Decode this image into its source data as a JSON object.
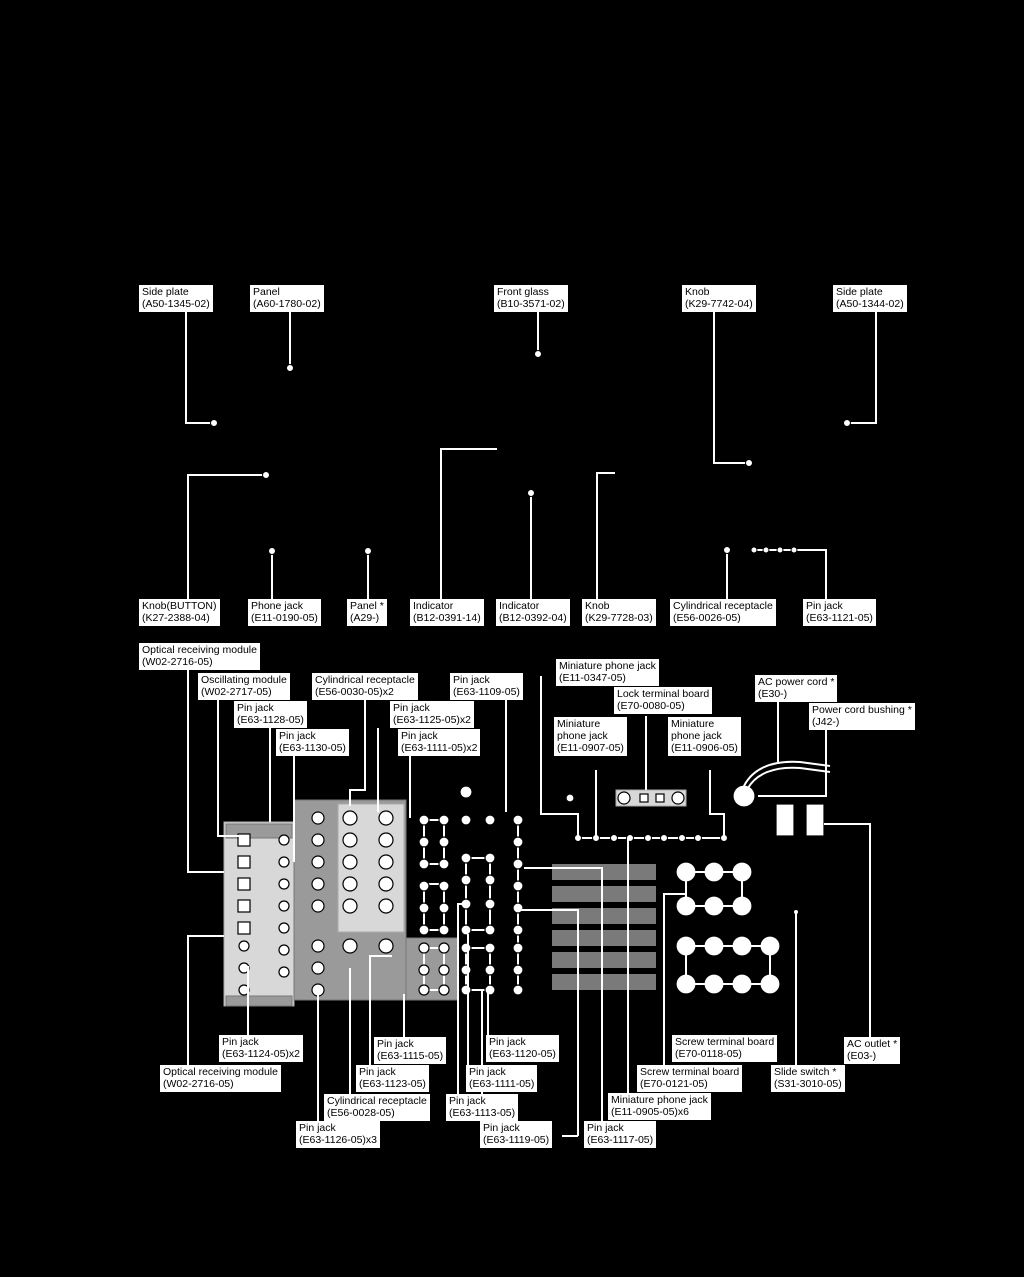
{
  "labels": {
    "side_plate_left": {
      "name": "Side plate",
      "code": "(A50-1345-02)"
    },
    "panel_top": {
      "name": "Panel",
      "code": "(A60-1780-02)"
    },
    "front_glass": {
      "name": "Front glass",
      "code": "(B10-3571-02)"
    },
    "knob_top": {
      "name": "Knob",
      "code": "(K29-7742-04)"
    },
    "side_plate_right": {
      "name": "Side plate",
      "code": "(A50-1344-02)"
    },
    "knob_button": {
      "name": "Knob(BUTTON)",
      "code": "(K27-2388-04)"
    },
    "phone_jack_front": {
      "name": "Phone jack",
      "code": "(E11-0190-05)"
    },
    "panel_star": {
      "name": "Panel *",
      "code": "(A29-)"
    },
    "indicator_1": {
      "name": "Indicator",
      "code": "(B12-0391-14)"
    },
    "indicator_2": {
      "name": "Indicator",
      "code": "(B12-0392-04)"
    },
    "knob_front": {
      "name": "Knob",
      "code": "(K29-7728-03)"
    },
    "cyl_receptacle_front": {
      "name": "Cylindrical receptacle",
      "code": "(E56-0026-05)"
    },
    "pin_jack_1121": {
      "name": "Pin jack",
      "code": "(E63-1121-05)"
    },
    "optical_rx_top": {
      "name": "Optical receiving module",
      "code": "(W02-2716-05)"
    },
    "osc_module": {
      "name": "Oscillating module",
      "code": "(W02-2717-05)"
    },
    "pin_jack_1128": {
      "name": "Pin jack",
      "code": "(E63-1128-05)"
    },
    "pin_jack_1130": {
      "name": "Pin jack",
      "code": "(E63-1130-05)"
    },
    "cyl_receptacle_0030": {
      "name": "Cylindrical receptacle",
      "code": "(E56-0030-05)x2"
    },
    "pin_jack_1125": {
      "name": "Pin jack",
      "code": "(E63-1125-05)x2"
    },
    "pin_jack_1111_x2": {
      "name": "Pin jack",
      "code": "(E63-1111-05)x2"
    },
    "pin_jack_1109": {
      "name": "Pin jack",
      "code": "(E63-1109-05)"
    },
    "mini_phone_0347": {
      "name": "Miniature phone jack",
      "code": "(E11-0347-05)"
    },
    "lock_terminal": {
      "name": "Lock terminal board",
      "code": "(E70-0080-05)"
    },
    "mini_phone_0907": {
      "name1": "Miniature",
      "name2": "phone jack",
      "code": "(E11-0907-05)"
    },
    "mini_phone_0906": {
      "name1": "Miniature",
      "name2": "phone jack",
      "code": "(E11-0906-05)"
    },
    "ac_power_cord": {
      "name": "AC power cord *",
      "code": "(E30-)"
    },
    "power_bushing": {
      "name": "Power cord bushing *",
      "code": "(J42-)"
    },
    "pin_jack_1124": {
      "name": "Pin jack",
      "code": "(E63-1124-05)x2"
    },
    "optical_rx_bottom": {
      "name": "Optical receiving module",
      "code": "(W02-2716-05)"
    },
    "pin_jack_1115": {
      "name": "Pin jack",
      "code": "(E63-1115-05)"
    },
    "pin_jack_1123": {
      "name": "Pin jack",
      "code": "(E63-1123-05)"
    },
    "cyl_receptacle_0028": {
      "name": "Cylindrical receptacle",
      "code": "(E56-0028-05)"
    },
    "pin_jack_1126": {
      "name": "Pin jack",
      "code": "(E63-1126-05)x3"
    },
    "pin_jack_1120": {
      "name": "Pin jack",
      "code": "(E63-1120-05)"
    },
    "pin_jack_1111": {
      "name": "Pin jack",
      "code": "(E63-1111-05)"
    },
    "pin_jack_1113": {
      "name": "Pin jack",
      "code": "(E63-1113-05)"
    },
    "pin_jack_1119": {
      "name": "Pin jack",
      "code": "(E63-1119-05)"
    },
    "pin_jack_1117": {
      "name": "Pin jack",
      "code": "(E63-1117-05)"
    },
    "mini_phone_0905": {
      "name": "Miniature phone jack",
      "code": "(E11-0905-05)x6"
    },
    "screw_terminal_0118": {
      "name": "Screw terminal board",
      "code": "(E70-0118-05)"
    },
    "screw_terminal_0121": {
      "name": "Screw terminal board",
      "code": "(E70-0121-05)"
    },
    "slide_switch": {
      "name": "Slide switch *",
      "code": "(S31-3010-05)"
    },
    "ac_outlet": {
      "name": "AC outlet *",
      "code": "(E03-)"
    }
  }
}
